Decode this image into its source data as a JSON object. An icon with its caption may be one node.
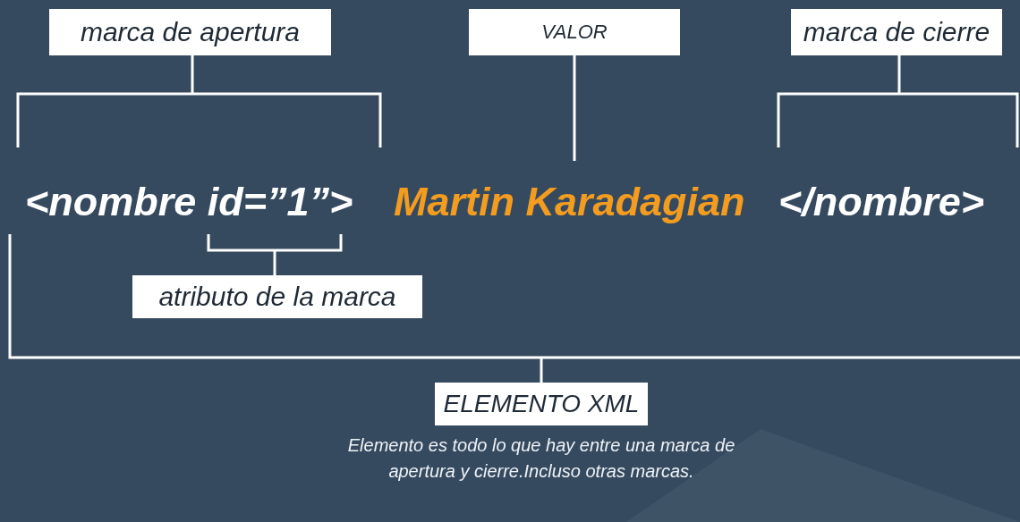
{
  "diagram": {
    "nodes": [
      {
        "text": [
          "marca de apertura"
        ]
      },
      {
        "text": [
          "VALOR"
        ]
      },
      {
        "text": [
          "marca de cierre"
        ]
      },
      {
        "text": [
          "atributo de la marca"
        ]
      },
      {
        "text": [
          "ELEMENTO XML"
        ]
      }
    ],
    "labels": [
      "<nombre id=”1”>",
      "Martin Karadagian",
      "</nombre>",
      "Elemento es todo lo que hay entre una marca de apertura y cierre.Incluso otras marcas."
    ]
  }
}
